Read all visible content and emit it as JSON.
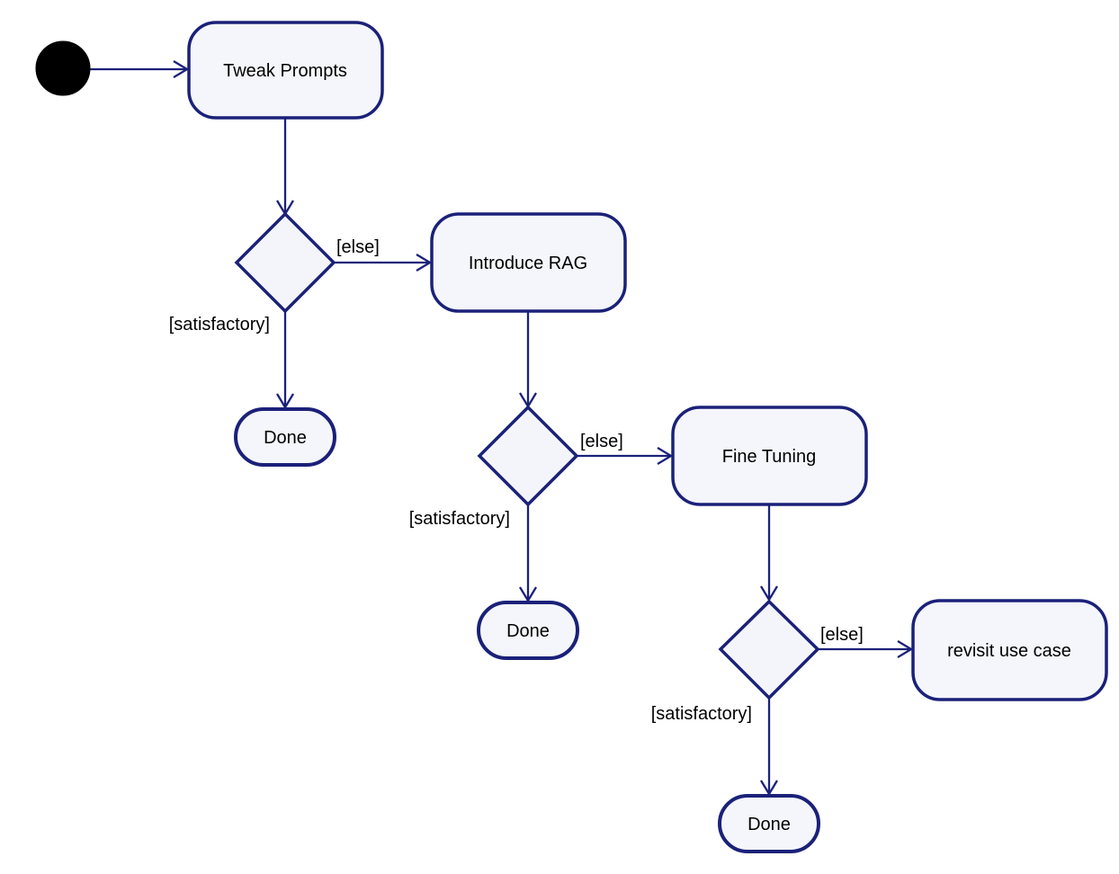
{
  "diagram": {
    "type": "uml-activity-diagram",
    "background": "#ffffff",
    "colors": {
      "node_border": "#1b2179",
      "node_fill": "#f5f6fb",
      "edge_line": "#1b2179",
      "label_text": "#000000",
      "start_node_fill": "#000000"
    },
    "nodes": {
      "start": {
        "type": "initial",
        "label": ""
      },
      "tweak_prompts": {
        "type": "activity",
        "label": "Tweak Prompts"
      },
      "decision_1": {
        "type": "decision",
        "label": ""
      },
      "introduce_rag": {
        "type": "activity",
        "label": "Introduce RAG"
      },
      "done_1": {
        "type": "terminal",
        "label": "Done"
      },
      "decision_2": {
        "type": "decision",
        "label": ""
      },
      "fine_tuning": {
        "type": "activity",
        "label": "Fine Tuning"
      },
      "done_2": {
        "type": "terminal",
        "label": "Done"
      },
      "decision_3": {
        "type": "decision",
        "label": ""
      },
      "revisit_use_case": {
        "type": "activity",
        "label": "revisit use case"
      },
      "done_3": {
        "type": "terminal",
        "label": "Done"
      }
    },
    "edges": [
      {
        "from": "start",
        "to": "tweak_prompts",
        "label": ""
      },
      {
        "from": "tweak_prompts",
        "to": "decision_1",
        "label": ""
      },
      {
        "from": "decision_1",
        "to": "introduce_rag",
        "label": "[else]"
      },
      {
        "from": "decision_1",
        "to": "done_1",
        "label": "[satisfactory]"
      },
      {
        "from": "introduce_rag",
        "to": "decision_2",
        "label": ""
      },
      {
        "from": "decision_2",
        "to": "fine_tuning",
        "label": "[else]"
      },
      {
        "from": "decision_2",
        "to": "done_2",
        "label": "[satisfactory]"
      },
      {
        "from": "fine_tuning",
        "to": "decision_3",
        "label": ""
      },
      {
        "from": "decision_3",
        "to": "revisit_use_case",
        "label": "[else]"
      },
      {
        "from": "decision_3",
        "to": "done_3",
        "label": "[satisfactory]"
      }
    ]
  }
}
